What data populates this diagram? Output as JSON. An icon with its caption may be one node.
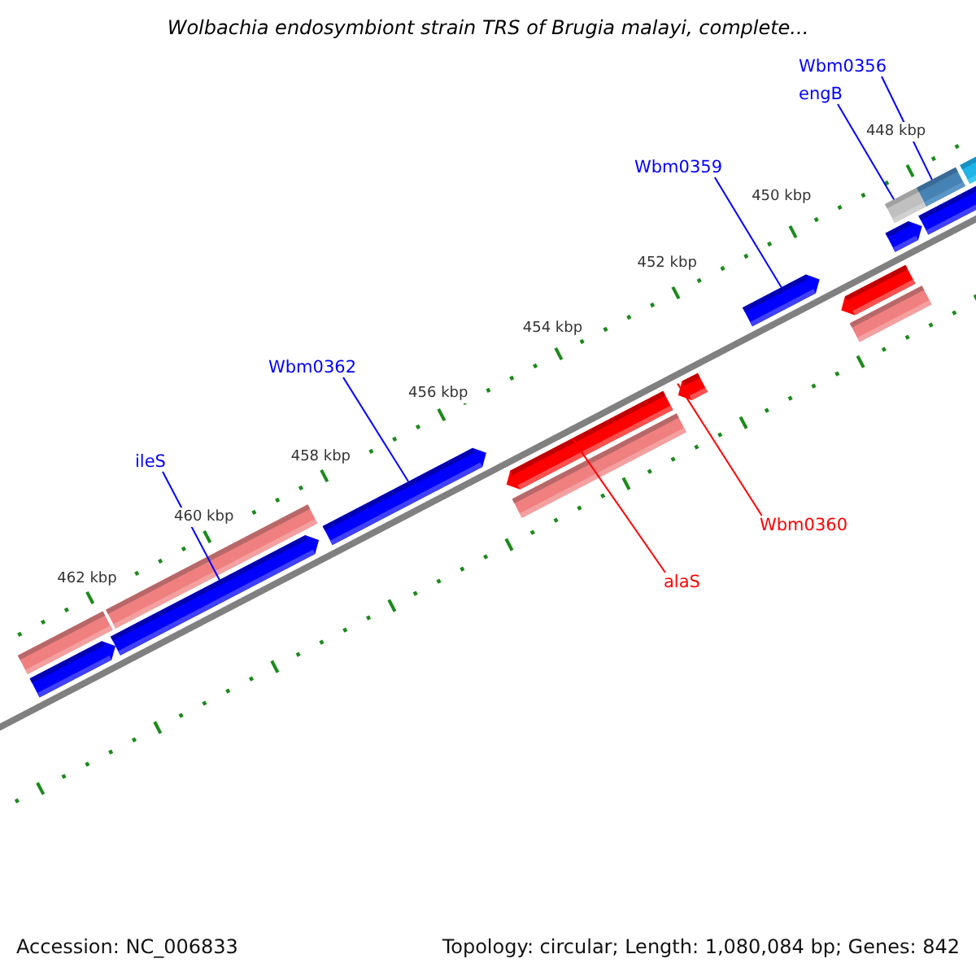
{
  "diagram": {
    "title": "Wolbachia endosymbiont strain TRS of Brugia malayi, complete...",
    "nodes": [
      {
        "text": [
          "Wbm0356"
        ]
      },
      {
        "text": [
          "engB"
        ]
      },
      {
        "text": [
          "Wbm0359"
        ]
      },
      {
        "text": [
          "Wbm0362"
        ]
      },
      {
        "text": [
          "ileS"
        ]
      },
      {
        "text": [
          "Wbm0360"
        ]
      },
      {
        "text": [
          "alaS"
        ]
      },
      {
        "text": [],
        "shape": "bar"
      },
      {
        "text": [],
        "shape": "bar"
      },
      {
        "text": [],
        "shape": "arrow"
      },
      {
        "text": [],
        "shape": "arrow"
      },
      {
        "text": [],
        "shape": "arrow"
      },
      {
        "text": [],
        "shape": "arrow"
      },
      {
        "text": [],
        "shape": "arrow"
      },
      {
        "text": [],
        "shape": "arrow"
      },
      {
        "text": [],
        "shape": "arrow"
      },
      {
        "text": [],
        "shape": "arrow"
      },
      {
        "text": [],
        "shape": "arrow"
      },
      {
        "text": [],
        "shape": "bar"
      },
      {
        "text": [],
        "shape": "bar"
      },
      {
        "text": [],
        "shape": "bar"
      },
      {
        "text": [],
        "shape": "bar"
      },
      {
        "text": [],
        "shape": "bar"
      }
    ],
    "edges": [
      {
        "from": 0,
        "to": 7,
        "arrow": "none"
      },
      {
        "from": 1,
        "to": 8,
        "arrow": "none"
      },
      {
        "from": 2,
        "to": 9,
        "arrow": "none"
      },
      {
        "from": 3,
        "to": 10,
        "arrow": "none"
      },
      {
        "from": 4,
        "to": 11,
        "arrow": "none"
      },
      {
        "from": 5,
        "to": 12,
        "arrow": "none",
        "color": "#ff0000"
      },
      {
        "from": 6,
        "to": 13,
        "arrow": "none",
        "color": "#ff0000"
      }
    ],
    "labels": [
      "448 kbp",
      "450 kbp",
      "452 kbp",
      "454 kbp",
      "456 kbp",
      "458 kbp",
      "460 kbp",
      "462 kbp",
      "Accession: NC_006833",
      "Topology: circular; Length: 1,080,084 bp; Genes: 842"
    ]
  }
}
